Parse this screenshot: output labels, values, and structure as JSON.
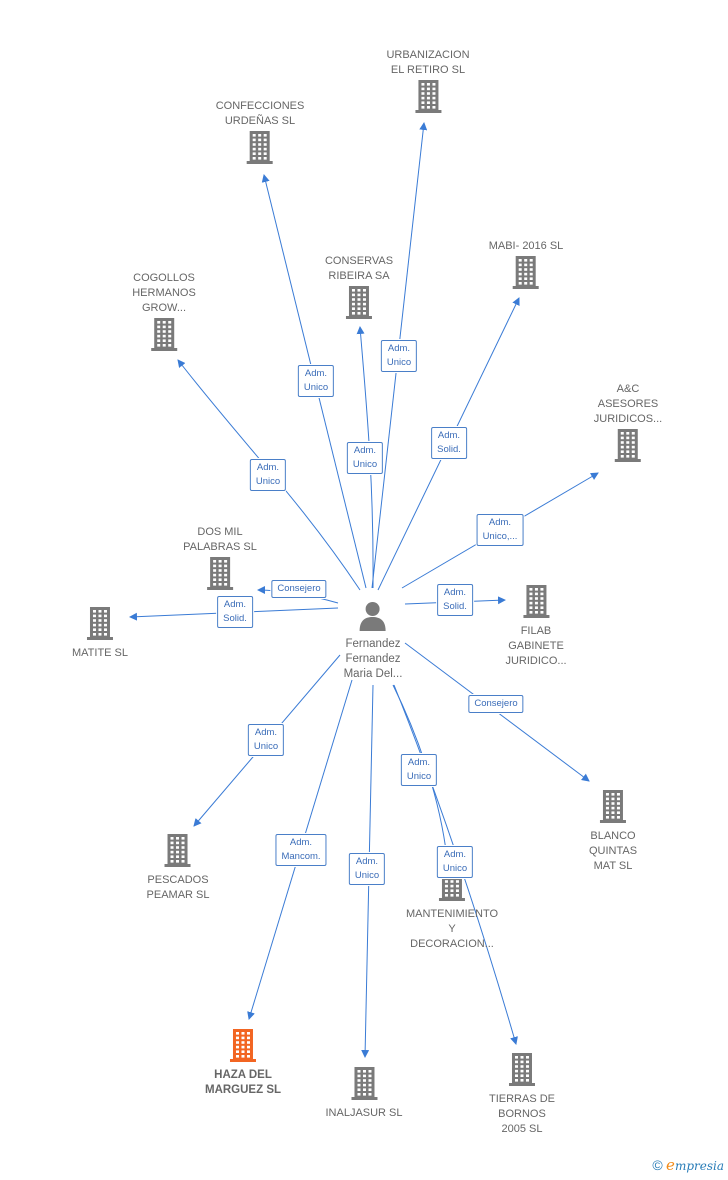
{
  "center": {
    "label": "Fernandez\nFernandez\nMaria Del..."
  },
  "companies": [
    {
      "id": "urbanizacion",
      "label": "URBANIZACION\nEL RETIRO SL"
    },
    {
      "id": "confecciones",
      "label": "CONFECCIONES\nURDEÑAS SL"
    },
    {
      "id": "conservas",
      "label": "CONSERVAS\nRIBEIRA SA"
    },
    {
      "id": "mabi",
      "label": "MABI- 2016  SL"
    },
    {
      "id": "cogollos",
      "label": "COGOLLOS\nHERMANOS\nGROW..."
    },
    {
      "id": "ac",
      "label": "A&C\nASESORES\nJURIDICOS..."
    },
    {
      "id": "dosmil",
      "label": "DOS MIL\nPALABRAS  SL"
    },
    {
      "id": "matite",
      "label": "MATITE  SL"
    },
    {
      "id": "filab",
      "label": "FILAB\nGABINETE\nJURIDICO..."
    },
    {
      "id": "blanco",
      "label": "BLANCO\nQUINTAS\nMAT  SL"
    },
    {
      "id": "pescados",
      "label": "PESCADOS\nPEAMAR SL"
    },
    {
      "id": "mantenimiento",
      "label": "MANTENIMIENTO\nY\nDECORACION..."
    },
    {
      "id": "haza",
      "label": "HAZA DEL\nMARGUEZ  SL",
      "highlight": true
    },
    {
      "id": "inaljasur",
      "label": "INALJASUR  SL"
    },
    {
      "id": "tierras",
      "label": "TIERRAS DE\nBORNOS\n2005  SL"
    }
  ],
  "roles": [
    {
      "id": "r-confecciones",
      "label": "Adm.\nUnico"
    },
    {
      "id": "r-urbanizacion",
      "label": "Adm.\nUnico"
    },
    {
      "id": "r-conservas",
      "label": "Adm.\nUnico"
    },
    {
      "id": "r-mabi",
      "label": "Adm.\nSolid."
    },
    {
      "id": "r-cogollos",
      "label": "Adm.\nUnico"
    },
    {
      "id": "r-ac",
      "label": "Adm.\nUnico,..."
    },
    {
      "id": "r-dosmil",
      "label": "Consejero"
    },
    {
      "id": "r-matite",
      "label": "Adm.\nSolid."
    },
    {
      "id": "r-filab",
      "label": "Adm.\nSolid."
    },
    {
      "id": "r-blanco",
      "label": "Consejero"
    },
    {
      "id": "r-pescados",
      "label": "Adm.\nUnico"
    },
    {
      "id": "r-haza",
      "label": "Adm.\nMancom."
    },
    {
      "id": "r-inaljasur",
      "label": "Adm.\nUnico"
    },
    {
      "id": "r-mantenimiento",
      "label": "Adm.\nUnico"
    },
    {
      "id": "r-tierras",
      "label": "Adm.\nUnico"
    }
  ],
  "footer": {
    "copyright": "©",
    "brand_initial": "e",
    "brand_rest": "mpresia"
  },
  "colors": {
    "edge": "#3a7bd5",
    "icon": "#7a7a7a",
    "highlight": "#f26522",
    "badge_text": "#3a6cb8"
  }
}
